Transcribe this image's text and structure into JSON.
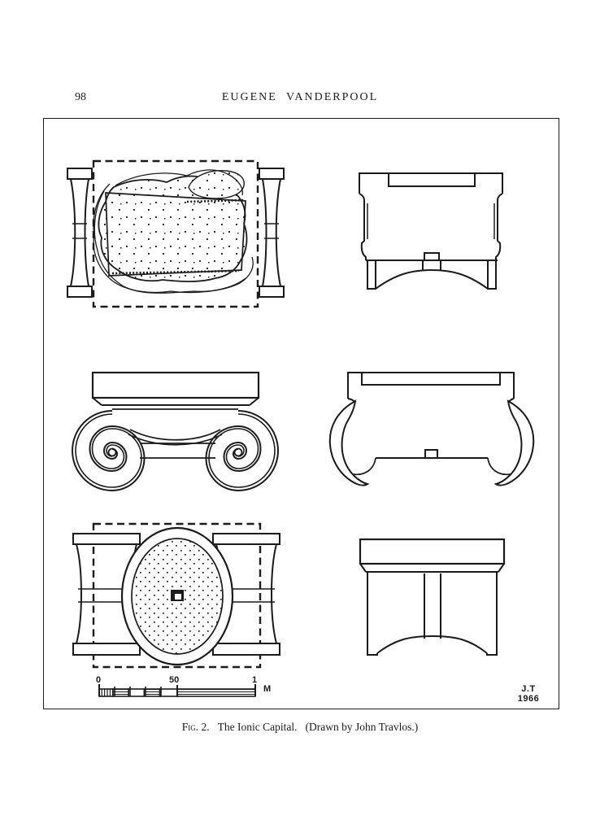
{
  "page": {
    "number": "98",
    "running_head": "EUGENE VANDERPOOL"
  },
  "caption": {
    "label": "Fig. 2.",
    "title": "The Ionic Capital.",
    "credit": "(Drawn by John Travlos.)"
  },
  "signature": {
    "initials": "J.T",
    "year": "1966"
  },
  "scale_bar": {
    "zero": "0",
    "fifty": "50",
    "one": "1",
    "unit": "M"
  },
  "colors": {
    "ink": "#1b1b1b",
    "paper": "#ffffff"
  }
}
